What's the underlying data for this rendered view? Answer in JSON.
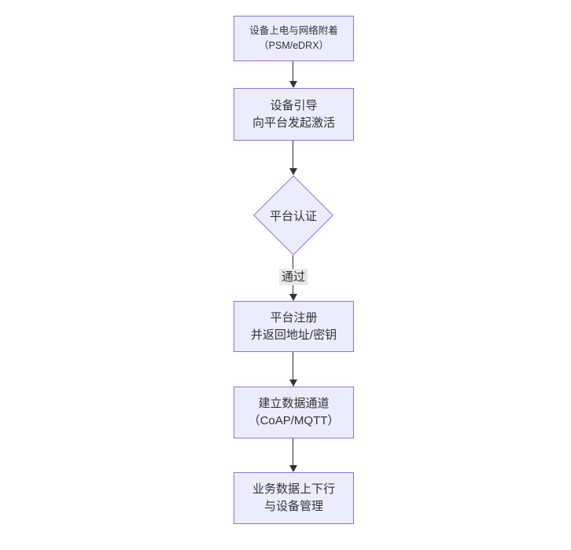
{
  "page": {
    "background": "#ffffff"
  },
  "diagram": {
    "type": "flowchart",
    "direction": "top-down",
    "colors": {
      "node_fill": "#ECECFF",
      "node_border": "#9370DB",
      "text": "#333333",
      "edge": "#333333",
      "edge_label_bg": "#e8e8e8"
    },
    "nodes": [
      {
        "id": "power-attach",
        "shape": "rect",
        "lines": [
          "设备上电与网络附着",
          "（PSM/eDRX）"
        ]
      },
      {
        "id": "bootstrap",
        "shape": "rect",
        "lines": [
          "设备引导",
          "向平台发起激活"
        ]
      },
      {
        "id": "platform-auth",
        "shape": "diamond",
        "lines": [
          "平台认证"
        ]
      },
      {
        "id": "platform-register",
        "shape": "rect",
        "lines": [
          "平台注册",
          "并返回地址/密钥"
        ]
      },
      {
        "id": "data-channel",
        "shape": "rect",
        "lines": [
          "建立数据通道",
          "（CoAP/MQTT）"
        ]
      },
      {
        "id": "business-data",
        "shape": "rect",
        "lines": [
          "业务数据上下行",
          "与设备管理"
        ]
      }
    ],
    "edges": [
      {
        "from": "power-attach",
        "to": "bootstrap",
        "label": ""
      },
      {
        "from": "bootstrap",
        "to": "platform-auth",
        "label": ""
      },
      {
        "from": "platform-auth",
        "to": "platform-register",
        "label": "通过"
      },
      {
        "from": "platform-register",
        "to": "data-channel",
        "label": ""
      },
      {
        "from": "data-channel",
        "to": "business-data",
        "label": ""
      }
    ]
  }
}
